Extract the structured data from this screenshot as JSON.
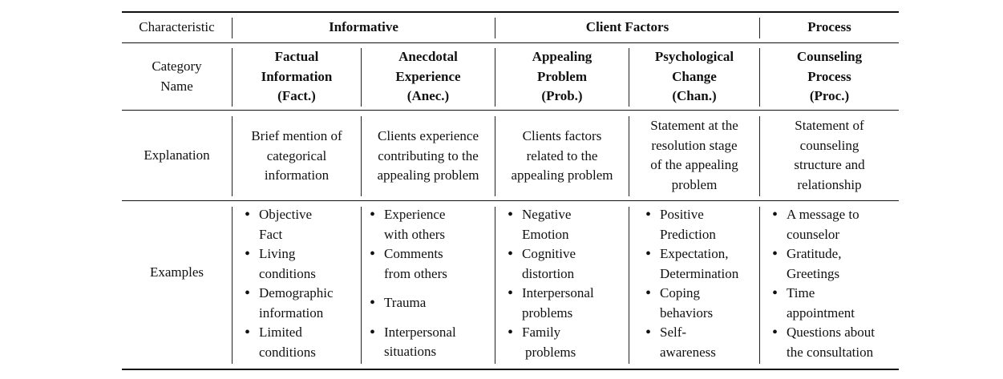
{
  "header": {
    "characteristic": "Characteristic",
    "informative": "Informative",
    "client_factors": "Client Factors",
    "process": "Process"
  },
  "rows": {
    "category_name_label": [
      "Category",
      "Name"
    ],
    "explanation_label": "Explanation",
    "examples_label": "Examples"
  },
  "categories": [
    {
      "name": [
        "Factual",
        "Information",
        "(Fact.)"
      ],
      "explanation": [
        "Brief mention of",
        "categorical",
        "information"
      ],
      "examples": [
        [
          "Objective",
          "Fact"
        ],
        [
          "Living",
          "conditions"
        ],
        [
          "Demographic",
          "information"
        ],
        [
          "Limited",
          "conditions"
        ]
      ]
    },
    {
      "name": [
        "Anecdotal",
        "Experience",
        "(Anec.)"
      ],
      "explanation": [
        "Clients experience",
        "contributing to the",
        "appealing problem"
      ],
      "examples": [
        [
          "Experience",
          "with others"
        ],
        [
          "Comments",
          "from others"
        ],
        [
          "Trauma"
        ],
        [
          "Interpersonal",
          "situations"
        ]
      ]
    },
    {
      "name": [
        "Appealing",
        "Problem",
        "(Prob.)"
      ],
      "explanation": [
        "Clients factors",
        "related to the",
        "appealing problem"
      ],
      "examples": [
        [
          "Negative",
          "Emotion"
        ],
        [
          "Cognitive",
          "distortion"
        ],
        [
          "Interpersonal",
          "problems"
        ],
        [
          "Family",
          "problems"
        ]
      ]
    },
    {
      "name": [
        "Psychological",
        "Change",
        "(Chan.)"
      ],
      "explanation": [
        "Statement at the",
        "resolution stage",
        "of the appealing",
        "problem"
      ],
      "examples": [
        [
          "Positive",
          "Prediction"
        ],
        [
          "Expectation,",
          "Determination"
        ],
        [
          "Coping",
          "behaviors"
        ],
        [
          "Self-",
          "awareness"
        ]
      ]
    },
    {
      "name": [
        "Counseling",
        "Process",
        "(Proc.)"
      ],
      "explanation": [
        "Statement of",
        "counseling",
        "structure and",
        "relationship"
      ],
      "examples": [
        [
          "A message to",
          "counselor"
        ],
        [
          "Gratitude,",
          "Greetings"
        ],
        [
          "Time",
          "appointment"
        ],
        [
          "Questions about",
          "the consultation"
        ]
      ]
    }
  ]
}
